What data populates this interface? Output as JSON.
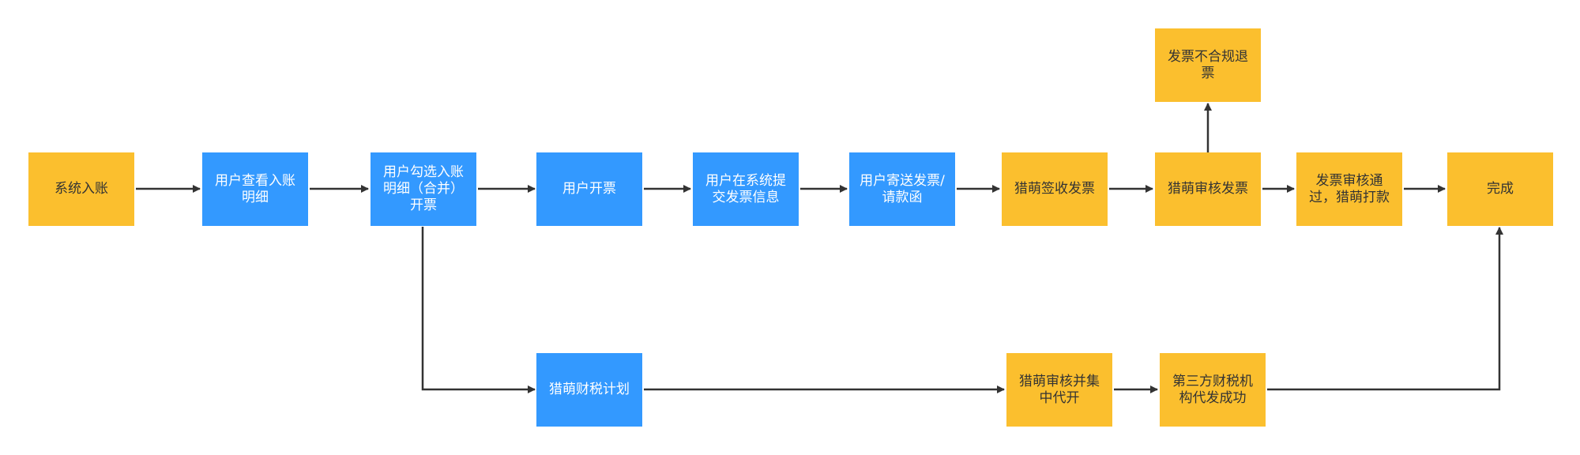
{
  "diagram": {
    "colors": {
      "system": "#3399ff",
      "platform": "#fbbf2e",
      "connector": "#333333"
    },
    "nodes": {
      "system_posting": "系统入账",
      "user_view_details": "用户查看入账明细",
      "user_select_details": "用户勾选入账明细（合并）开票",
      "user_invoice": "用户开票",
      "user_submit_info": "用户在系统提交发票信息",
      "user_mail": "用户寄送发票/请款函",
      "receive_invoice": "猎萌签收发票",
      "review_invoice": "猎萌审核发票",
      "reject_invoice": "发票不合规退票",
      "review_pass": "发票审核通过，猎萌打款",
      "finish": "完成",
      "tax_plan": "猎萌财税计划",
      "review_merge": "猎萌审核并集中代开",
      "third_party": "第三方财税机构代发成功"
    }
  }
}
